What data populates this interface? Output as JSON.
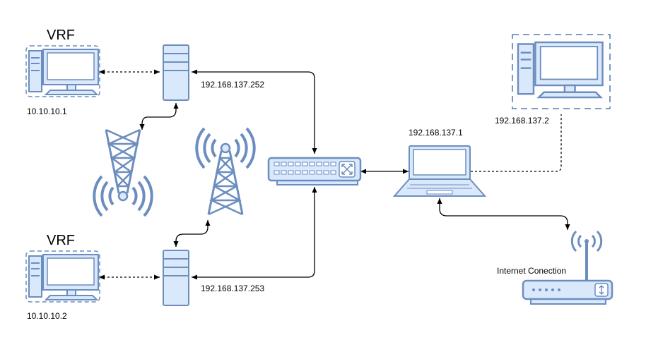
{
  "colors": {
    "fill": "#dae8fc",
    "stroke": "#6c8ebf",
    "line": "#000000",
    "background": "#ffffff"
  },
  "labels": {
    "vrf_top": "VRF",
    "vrf_bottom": "VRF",
    "host_top_ip": "10.10.10.1",
    "host_bottom_ip": "10.10.10.2",
    "server_top_ip": "192.168.137.252",
    "server_bottom_ip": "192.168.137.253",
    "laptop_ip": "192.168.137.1",
    "remote_pc_ip": "192.168.137.2",
    "router_label": "Internet Conection"
  },
  "icons": {
    "host_top": "desktop-pc-icon",
    "host_bottom": "desktop-pc-icon",
    "server_top": "tower-server-icon",
    "server_bottom": "tower-server-icon",
    "antenna_left": "radio-tower-icon",
    "antenna_right": "radio-tower-icon",
    "switch": "network-switch-icon",
    "laptop": "laptop-icon",
    "remote_pc": "desktop-pc-icon",
    "router": "wireless-router-icon"
  }
}
